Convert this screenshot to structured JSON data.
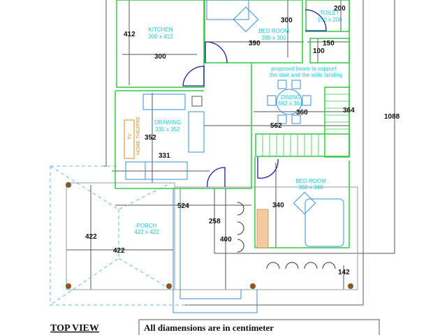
{
  "colors": {
    "wall": "#2ecc40",
    "furniture": "#3a8fd8",
    "door": "#1a1aa0",
    "room_label": "#19c8e0",
    "dim": "#111111",
    "column": "#b5421a"
  },
  "rooms": {
    "kitchen": {
      "name": "KITCHEN",
      "size": "300 x 412"
    },
    "bedroom_top": {
      "name": "BED ROOM",
      "size": "390 x 300"
    },
    "toilet": {
      "name": "TOILET",
      "size": "150 x 200"
    },
    "dining": {
      "name": "DINING",
      "size": "562 x 364"
    },
    "drawing": {
      "name": "DRAWING",
      "size": "331 x 352"
    },
    "bedroom_bottom": {
      "name": "BED ROOM",
      "size": "360 x 340"
    },
    "porch": {
      "name": "PORCH",
      "size": "422 x 422"
    }
  },
  "labels": {
    "tv": "TV",
    "home_theatre": "HOME THEATRE",
    "beam_note_1": "proposed beam to support",
    "beam_note_2": "the stair and the wide landing"
  },
  "dimensions": {
    "d412": "412",
    "d300k": "300",
    "d300b": "300",
    "d390": "390",
    "d200": "200",
    "d150": "150",
    "d100": "100",
    "d360": "360",
    "d364": "364",
    "d562": "562",
    "d1088": "1088",
    "d352": "352",
    "d331": "331",
    "d524": "524",
    "d258": "258",
    "d400": "400",
    "d340": "340",
    "d422v": "422",
    "d422h": "422",
    "d142": "142"
  },
  "footer": {
    "view_title": "TOP VIEW",
    "note": "All diamensions are in centimeter"
  }
}
